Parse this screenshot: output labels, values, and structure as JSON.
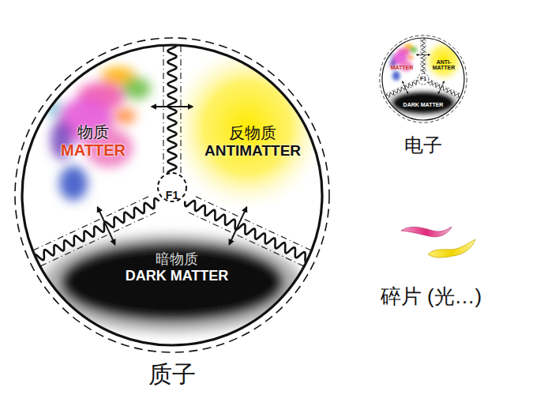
{
  "diagram": {
    "nodes": [
      {
        "text": [
          "质子"
        ]
      },
      {
        "text": [
          "物质",
          "MATTER"
        ],
        "in": 0
      },
      {
        "text": [
          "反物质",
          "ANTIMATTER"
        ],
        "in": 0
      },
      {
        "text": [
          "暗物质",
          "DARK MATTER"
        ],
        "in": 0
      },
      {
        "text": [
          "F1"
        ],
        "in": 0
      },
      {
        "text": [
          "电子"
        ]
      },
      {
        "text": [
          "MATTER"
        ],
        "in": 5
      },
      {
        "text": [
          "ANTI-MATTER"
        ],
        "in": 5
      },
      {
        "text": [
          "DARK MATTER"
        ],
        "in": 5
      },
      {
        "text": [
          "F1"
        ],
        "in": 5
      }
    ],
    "labels": [
      "碎片 (光…)"
    ]
  }
}
